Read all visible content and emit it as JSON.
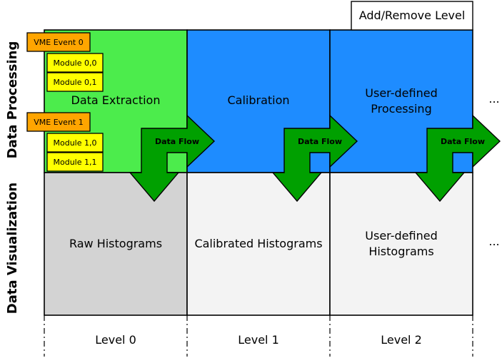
{
  "row_labels": {
    "processing": "Data Processing",
    "visualization": "Data Visualization"
  },
  "add_remove_button": "Add/Remove Level",
  "cells": {
    "data_extraction": "Data Extraction",
    "calibration": "Calibration",
    "user_processing_line1": "User-defined",
    "user_processing_line2": "Processing",
    "raw_histograms": "Raw Histograms",
    "calibrated_histograms": "Calibrated Histograms",
    "user_histograms_line1": "User-defined",
    "user_histograms_line2": "Histograms"
  },
  "events": [
    {
      "label": "VME Event 0",
      "modules": [
        "Module 0,0",
        "Module 0,1"
      ]
    },
    {
      "label": "VME Event 1",
      "modules": [
        "Module 1,0",
        "Module 1,1"
      ]
    }
  ],
  "flow_label": "Data Flow",
  "levels": [
    "Level 0",
    "Level 1",
    "Level 2"
  ],
  "ellipsis": "...",
  "colors": {
    "extraction": "#4cec4c",
    "calibration": "#1e8cff",
    "raw_hist": "#d3d3d3",
    "hist": "#f3f3f3",
    "event": "#ffa500",
    "module": "#ffff00",
    "arrow": "#00a000"
  }
}
